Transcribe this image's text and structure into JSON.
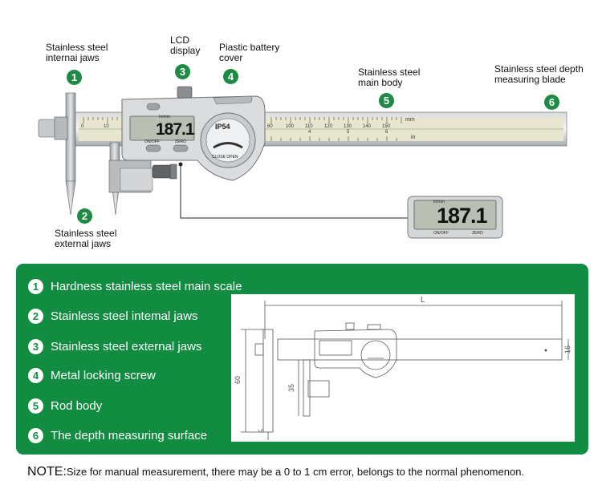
{
  "callouts": {
    "internal_jaws": {
      "label": "Stainless steel\ninternai jaws",
      "number": "1"
    },
    "external_jaws": {
      "label": "Stainless steel\nexternal jaws",
      "number": "2"
    },
    "lcd_display": {
      "label": "LCD\ndisplay",
      "number": "3"
    },
    "battery_cover": {
      "label": "Piastic battery\ncover",
      "number": "4"
    },
    "main_body": {
      "label": "Stainless steel\nmain body",
      "number": "5"
    },
    "depth_blade": {
      "label": "Stainless steel depth\nmeasuring blade",
      "number": "6"
    }
  },
  "caliper": {
    "unit_label": "In/mm",
    "reading": "187.1",
    "on_off": "ON/OFF",
    "zero": "ZERO",
    "ip_rating": "IP54",
    "close_open": "CLOSE OPEN",
    "mm_unit": "mm",
    "in_unit": "in",
    "mm_ticks": [
      "0",
      "10",
      "60",
      "100",
      "110",
      "120",
      "130",
      "140",
      "150"
    ],
    "in_ticks": [
      "4",
      "5",
      "6"
    ]
  },
  "zoom_display": {
    "unit_label": "In/mm",
    "reading": "187.1",
    "on_off": "ON/OFF",
    "zero": "ZERO"
  },
  "features": [
    {
      "number": "1",
      "label": "Hardness stainless steel main scale"
    },
    {
      "number": "2",
      "label": "Stainless steel intemal jaws"
    },
    {
      "number": "3",
      "label": "Stainless steel external jaws"
    },
    {
      "number": "4",
      "label": "Metal locking screw"
    },
    {
      "number": "5",
      "label": "Rod body"
    },
    {
      "number": "6",
      "label": "The depth measuring surface"
    }
  ],
  "drawing": {
    "dim_length": "L",
    "dim_16": "16",
    "dim_60": "60",
    "dim_35": "35",
    "dim_5": "5"
  },
  "note": {
    "head": "NOTE:",
    "text": "Size for manual measurement, there may be a 0 to 1 cm error, belongs to the normal phenomenon."
  },
  "colors": {
    "green": "#118c40",
    "badge_green": "#1f8a45",
    "scale": "#e8e6cf",
    "lcd": "#b9c0b3"
  }
}
